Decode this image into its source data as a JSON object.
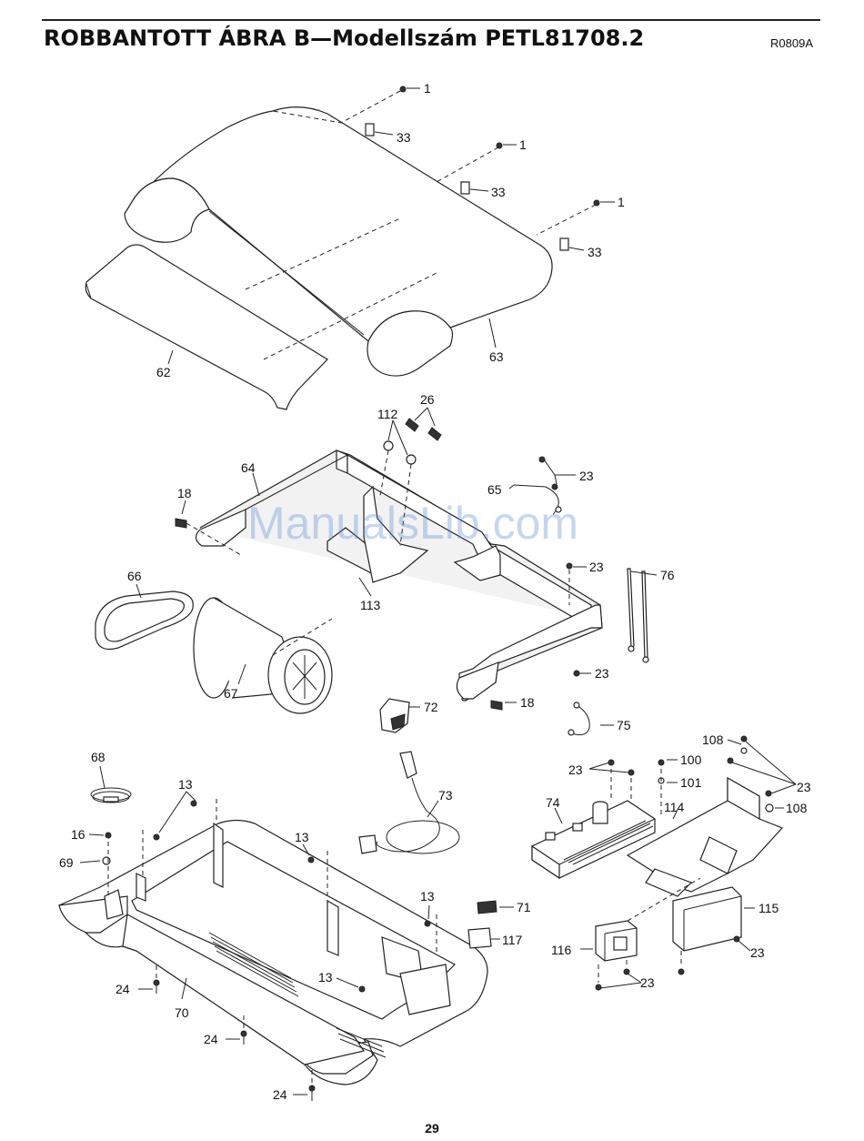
{
  "header": {
    "title": "ROBBANTOTT ÁBRA B—Modellszám PETL81708.2",
    "code": "R0809A"
  },
  "watermark": "ManualsLib.com",
  "page_number": "29",
  "callouts": {
    "c1a": "1",
    "c33a": "33",
    "c1b": "1",
    "c33b": "33",
    "c1c": "1",
    "c33c": "33",
    "c62": "62",
    "c63": "63",
    "c26": "26",
    "c112": "112",
    "c23a": "23",
    "c65": "65",
    "c64": "64",
    "c18a": "18",
    "c113": "113",
    "c23b": "23",
    "c76": "76",
    "c66": "66",
    "c67": "67",
    "c23c": "23",
    "c18b": "18",
    "c72": "72",
    "c75": "75",
    "c68": "68",
    "c13a": "13",
    "c16": "16",
    "c69": "69",
    "c13b": "13",
    "c73": "73",
    "c13c": "13",
    "c71": "71",
    "c117": "117",
    "c13d": "13",
    "c24a": "24",
    "c70": "70",
    "c24b": "24",
    "c24c": "24",
    "c108a": "108",
    "c100": "100",
    "c23d": "23",
    "c101": "101",
    "c23e": "23",
    "c108b": "108",
    "c74": "74",
    "c114": "114",
    "c115": "115",
    "c116": "116",
    "c23f": "23",
    "c23g": "23"
  }
}
